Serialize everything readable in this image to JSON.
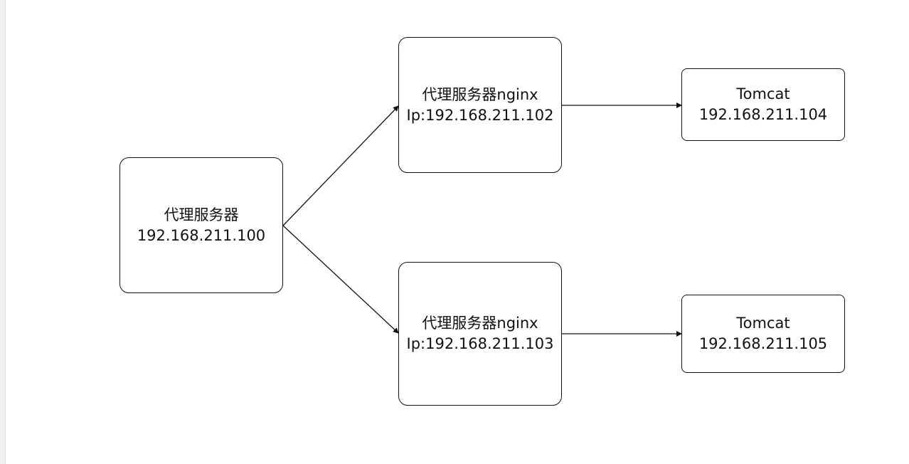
{
  "diagram": {
    "nodes": {
      "proxy_main": {
        "line1": "代理服务器",
        "line2": "192.168.211.100"
      },
      "nginx_1": {
        "line1": "代理服务器nginx",
        "line2": "Ip:192.168.211.102"
      },
      "nginx_2": {
        "line1": "代理服务器nginx",
        "line2": "Ip:192.168.211.103"
      },
      "tomcat_1": {
        "line1": "Tomcat",
        "line2": "192.168.211.104"
      },
      "tomcat_2": {
        "line1": "Tomcat",
        "line2": "192.168.211.105"
      }
    },
    "edges": [
      {
        "from": "proxy_main",
        "to": "nginx_1"
      },
      {
        "from": "proxy_main",
        "to": "nginx_2"
      },
      {
        "from": "nginx_1",
        "to": "tomcat_1"
      },
      {
        "from": "nginx_2",
        "to": "tomcat_2"
      }
    ],
    "colors": {
      "stroke": "#111111",
      "background": "#ffffff",
      "sidebar": "#eef1f4"
    }
  }
}
